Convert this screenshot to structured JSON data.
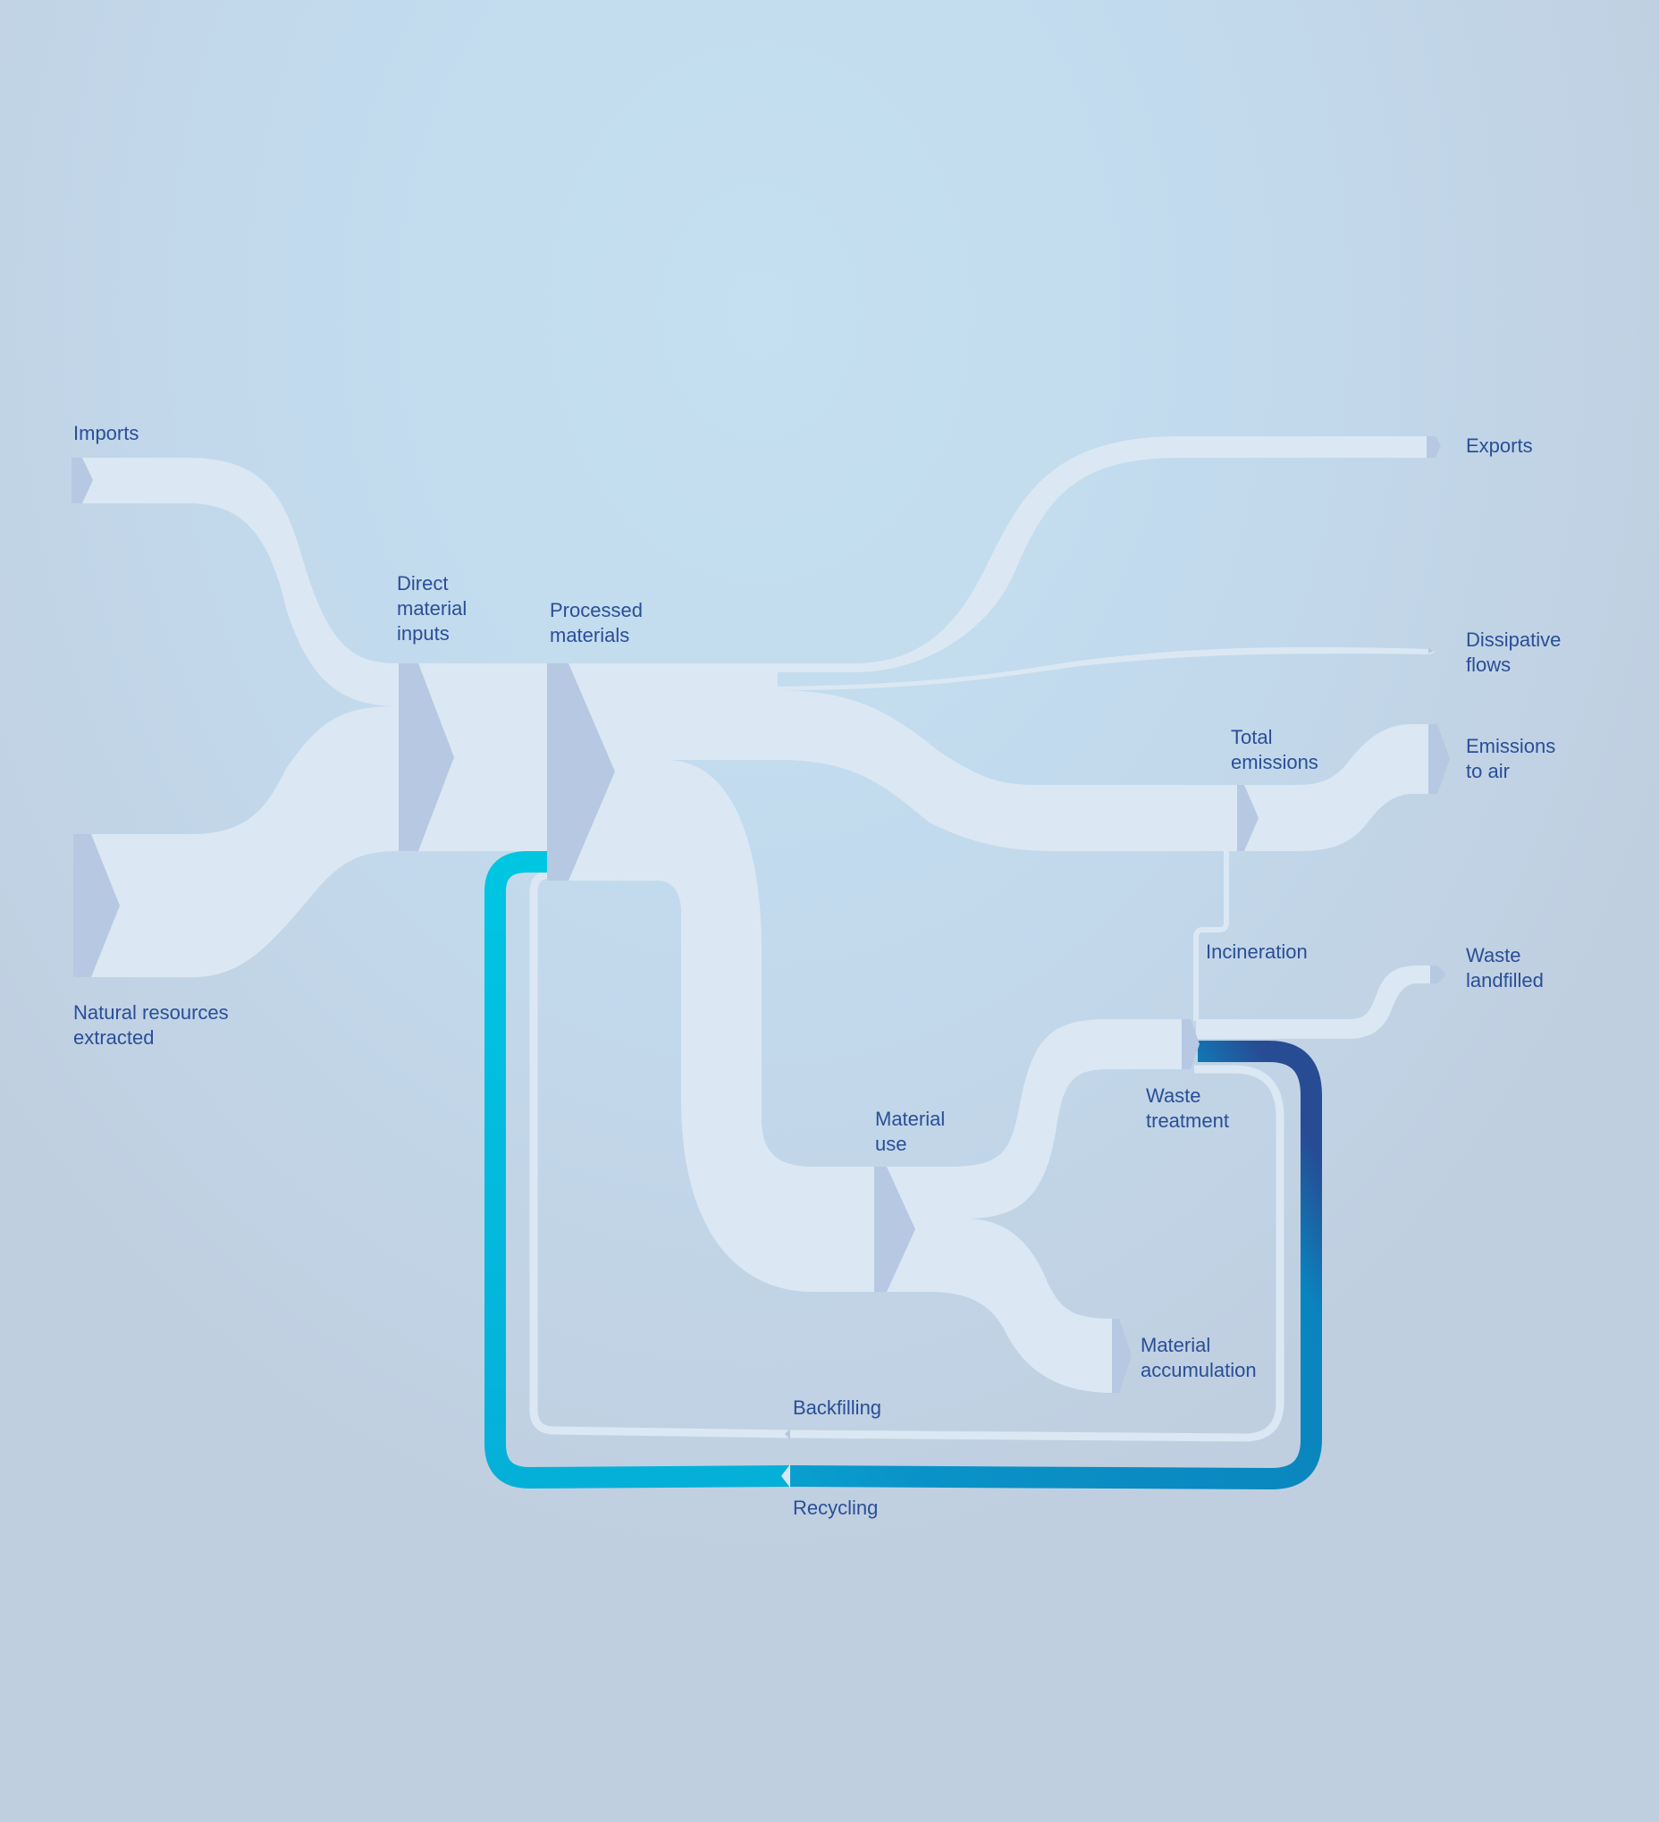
{
  "nodes": {
    "imports": "Imports",
    "natural_resources": [
      "Natural resources",
      "extracted"
    ],
    "direct_material_inputs": [
      "Direct",
      "material",
      "inputs"
    ],
    "processed_materials": [
      "Processed",
      "materials"
    ],
    "exports": "Exports",
    "dissipative_flows": [
      "Dissipative",
      "flows"
    ],
    "total_emissions": [
      "Total",
      "emissions"
    ],
    "emissions_to_air": [
      "Emissions",
      "to air"
    ],
    "incineration": "Incineration",
    "waste_landfilled": [
      "Waste",
      "landfilled"
    ],
    "waste_treatment": [
      "Waste",
      "treatment"
    ],
    "material_use": [
      "Material",
      "use"
    ],
    "material_accumulation": [
      "Material",
      "accumulation"
    ],
    "backfilling": "Backfilling",
    "recycling": "Recycling"
  },
  "colors": {
    "flow": "#dbe8f3",
    "node": "#b6c8e2",
    "label": "#2a4e97",
    "recycling_start": "#00c3e0",
    "recycling_mid": "#0a86bf",
    "recycling_end": "#274c94"
  }
}
